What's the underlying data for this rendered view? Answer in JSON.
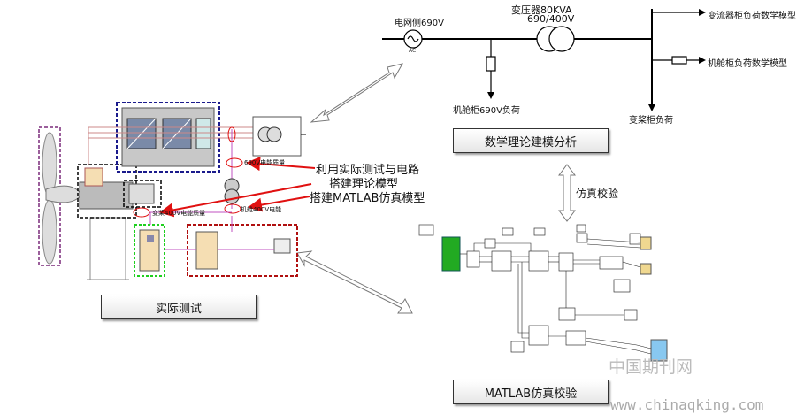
{
  "grid": {
    "source_label": "电网侧690V",
    "source_sub": "AC",
    "transformer_label": "变压器80KVA",
    "transformer_ratio": "690/400V",
    "load_cabin_690": "机舱柜690V负荷",
    "load_converter": "变流器柜负荷数学模型",
    "load_cabin_model": "机舱柜负荷数学模型",
    "load_pitch": "变桨柜负荷"
  },
  "panels": {
    "math_model": "数学理论建模分析",
    "validation": "仿真校验",
    "actual_test": "实际测试",
    "matlab_validation": "MATLAB仿真校验"
  },
  "annotation": {
    "line1": "利用实际测试与电路",
    "line2": "搭建理论模型",
    "line3": "搭建MATLAB仿真模型"
  },
  "turbine": {
    "meas_690": "690V电能质量",
    "meas_pitch": "变桨400V电能质量",
    "meas_cabin": "机舱400V电能"
  },
  "watermark": {
    "cn": "中国期刊网",
    "url": "www.chinaqking.com"
  },
  "colors": {
    "red_arrow": "#e01010",
    "navy_box": "#1a1a8c",
    "green_box": "#1fcf1f",
    "purple_box": "#7a2a7a",
    "sim_green": "#22aa22",
    "sim_yellow": "#f0d890",
    "sim_blue": "#88c8f0"
  }
}
